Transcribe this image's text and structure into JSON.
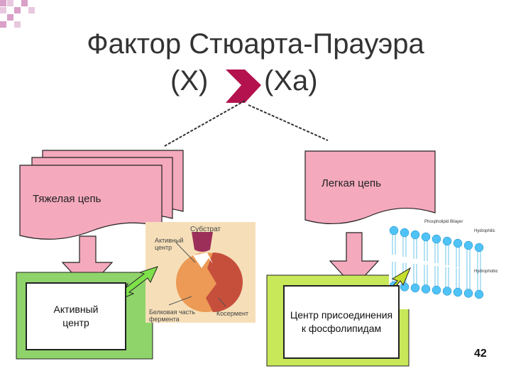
{
  "slide": {
    "title_line1": "Фактор Стюарта-Прауэра",
    "title_left": "(X)",
    "title_right": "(Xa)",
    "heavy_chain": "Тяжелая цепь",
    "light_chain": "Легкая цепь",
    "active_center": "Активный центр",
    "phospholipid_center": "Центр присоединения к фосфолипидам",
    "page_number": "42"
  },
  "enzyme_diagram": {
    "substrate": "Субстрат",
    "active_center": "Активный центр",
    "protein_part": "Белковая часть фермента",
    "coenzyme": "Косермент"
  },
  "membrane_diagram": {
    "bilayer": "Phospholipid Bilayer",
    "hydrophilic": "Hydrophilic",
    "hydrophobic": "Hydrophobic"
  },
  "colors": {
    "pink_fill": "#f4a9bd",
    "dark_pink": "#c2185b",
    "green": "#8fd46a",
    "membrane_blue": "#4fc3f7"
  }
}
